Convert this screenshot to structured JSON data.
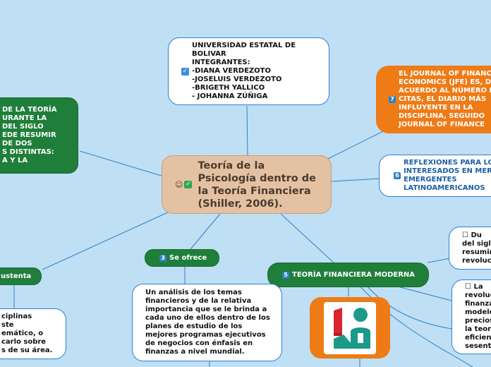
{
  "central": {
    "title": "Teoría de la Psicología dentro de la Teoría Financiera (Shiller, 2006).",
    "icons": [
      "smiley-icon",
      "check-icon"
    ]
  },
  "top_node": {
    "text": "UNIVERSIDAD ESTATAL DE BOLIVAR\nINTEGRANTES:\n-DIANA VERDEZOTO\n-JOSELUIS VERDEZOTO\n-BRIGETH YALLICO\n- JOHANNA ZÚÑIGA"
  },
  "left_green": {
    "text": "DE LA TEORÍA\nURANTE LA\nDEL SIGLO\nEDE RESUMIR\nDE DOS\nS DISTINTAS:\nA Y LA"
  },
  "orange_node": {
    "badge": "7",
    "text": "EL JOURNAL OF FINANC\nECONOMICS (JFE) ES, D\nACUERDO AL NÚMERO D\nCITAS, EL DIARIO MÁS\nINFLUYENTE EN LA\nDISCIPLINA, SEGUIDO\nJOURNAL OF FINANCE"
  },
  "reflexiones": {
    "badge": "6",
    "text": "REFLEXIONES PARA LO\nINTERESADOS EN MER\nEMERGENTES\nLATINOAMERICANOS"
  },
  "se_ofrece": {
    "badge": "3",
    "label": "Se ofrece"
  },
  "se_ofrece_detail": {
    "text": "Un análisis de los temas financieros y de la relativa importancia que se le brinda a cada uno de ellos dentro de los planes de estudio de los mejores programas ejecutivos de negocios con énfasis en finanzas a nivel mundial."
  },
  "sustenta": {
    "label": "ustenta"
  },
  "sustenta_detail": {
    "text": "ciplinas\nste\nemático, o\ncarlo sobre\ns de su área."
  },
  "teoria_financiera": {
    "badge": "5",
    "label": "TEORÍA FINANCIERA MODERNA"
  },
  "right_white_1": {
    "text": "☐      Du\ndel sigl\nresumir\nrevoluc"
  },
  "right_white_2": {
    "text": "☐      La\nrevoluc\nfinanza\nmodelo\nprecios\nla teor\neficien\nsesent"
  },
  "image_node": {
    "icon": "finance-people-icon"
  },
  "colors": {
    "background": "#bfdff5",
    "green": "#1f7f3a",
    "orange": "#ee7b16",
    "central": "#e4c1a2",
    "link": "#2f80c8"
  }
}
